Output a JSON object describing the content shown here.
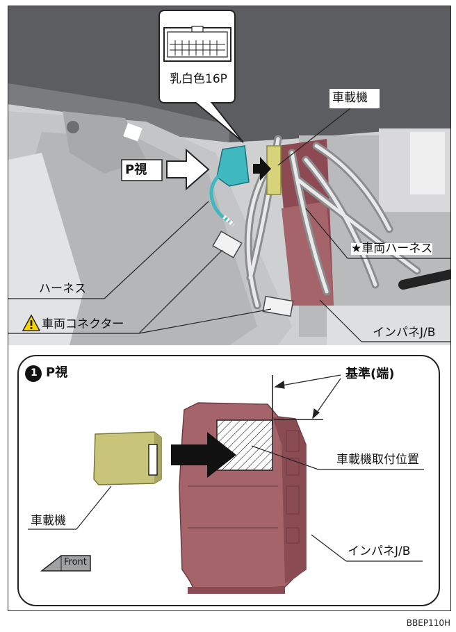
{
  "top": {
    "callout_connector": "乳白色16P",
    "label_device": "車載機",
    "label_p_view": "P視",
    "label_harness": "ハーネス",
    "label_vehicle_connector": "車両コネクター",
    "label_vehicle_harness": "★車両ハーネス",
    "label_ip_jb": "インパネJ/B"
  },
  "bottom": {
    "step_number": "1",
    "title": "P視",
    "label_reference": "基準(端)",
    "label_mount_position": "車載機取付位置",
    "label_device": "車載機",
    "label_ip_jb": "インパネJ/B",
    "front_label": "Front"
  },
  "doc_id": "BBEP110H",
  "colors": {
    "connector_teal": "#3fb8c0",
    "device_yellow": "#c8c47a",
    "jb_red": "#a5636a",
    "warning_yellow": "#f5d400"
  }
}
